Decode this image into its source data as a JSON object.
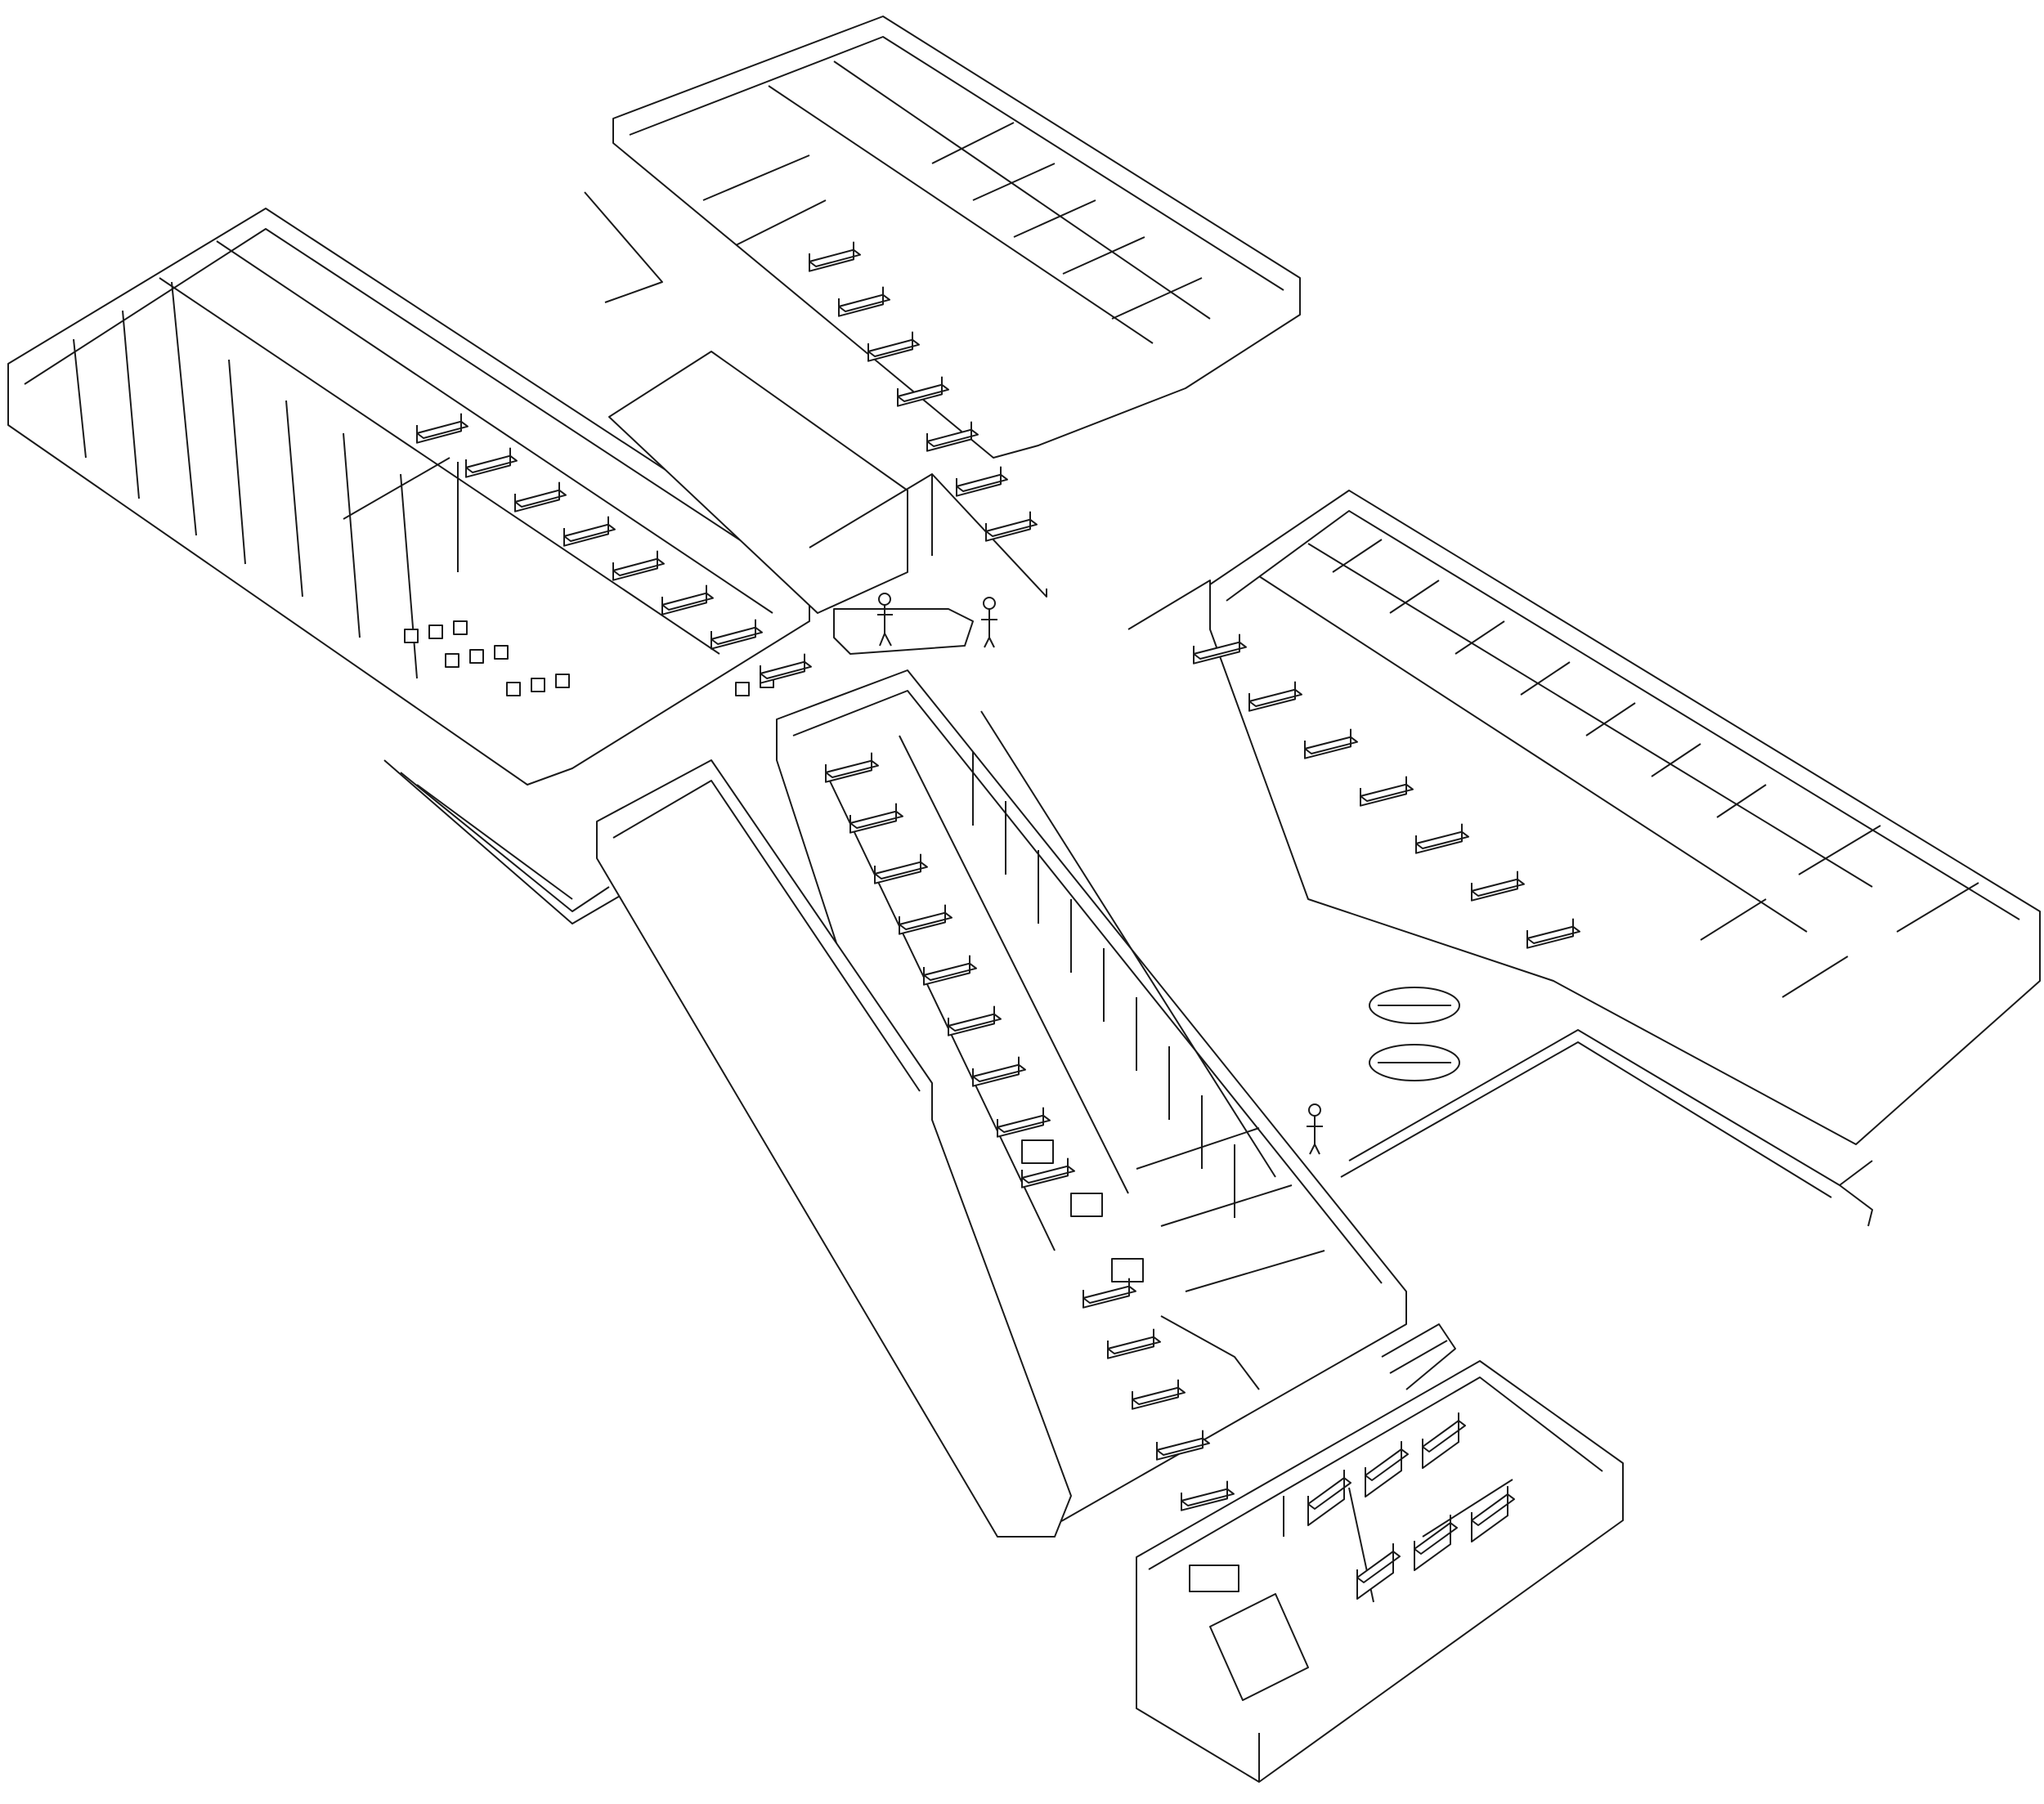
{
  "drawing": {
    "type": "axonometric floor plan line drawing",
    "line_color": "#1a1a1a",
    "fill_color": "#ffffff",
    "printed_text": []
  },
  "wings": [
    {
      "id": "west-wing",
      "bed_count": 8
    },
    {
      "id": "north-wing",
      "bed_count": 7
    },
    {
      "id": "east-wing",
      "bed_count": 7
    },
    {
      "id": "central-south-wing",
      "bed_count": 14
    },
    {
      "id": "south-annex",
      "bed_count": 6
    }
  ],
  "figures": {
    "people_count": 3,
    "outdoor_benches": 2
  }
}
